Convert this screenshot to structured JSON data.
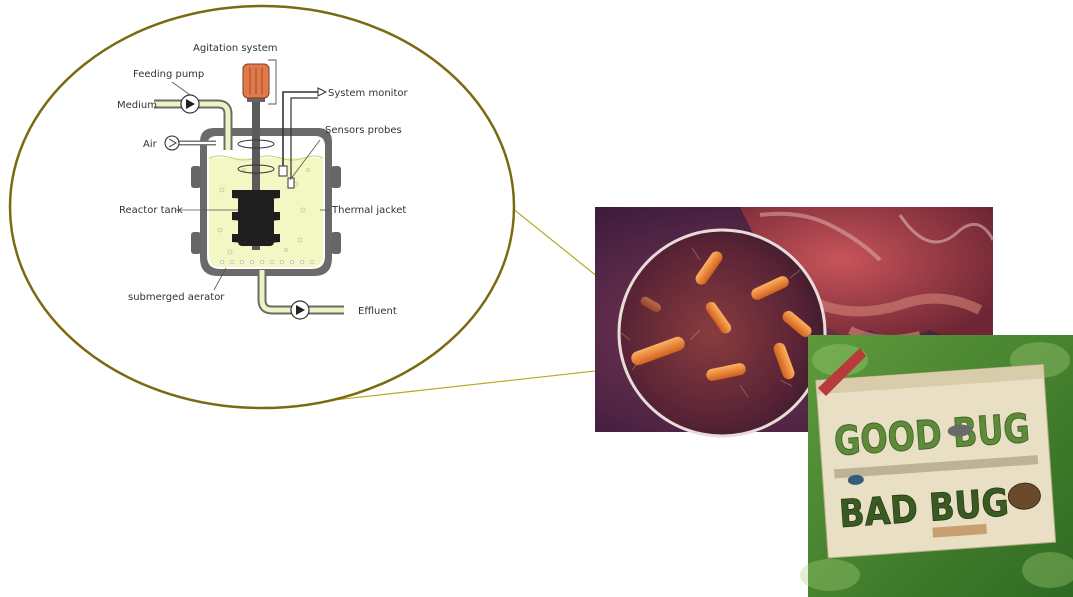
{
  "diagram": {
    "labels": {
      "agitation_system": "Agitation system",
      "feeding_pump": "Feeding pump",
      "medium": "Medium",
      "air": "Air",
      "system_monitor": "System monitor",
      "sensors_probes": "Sensors probes",
      "reactor_tank": "Reactor tank",
      "thermal_jacket": "Thermal jacket",
      "submerged_aerator": "submerged aerator",
      "effluent": "Effluent"
    },
    "colors": {
      "callout_outline": "#7a6a12",
      "connector_line": "#b4ab1c",
      "liquid": "#f2f7c4",
      "pipe": "#eef3c2",
      "motor": "#e07a4c",
      "tank_wall": "#5a5a5a"
    }
  },
  "photo_bacteria": {
    "description_icon": "gut-bacteria-illustration"
  },
  "book_cover": {
    "title_top": "GOOD BUG",
    "title_bottom": "BAD BUG"
  }
}
